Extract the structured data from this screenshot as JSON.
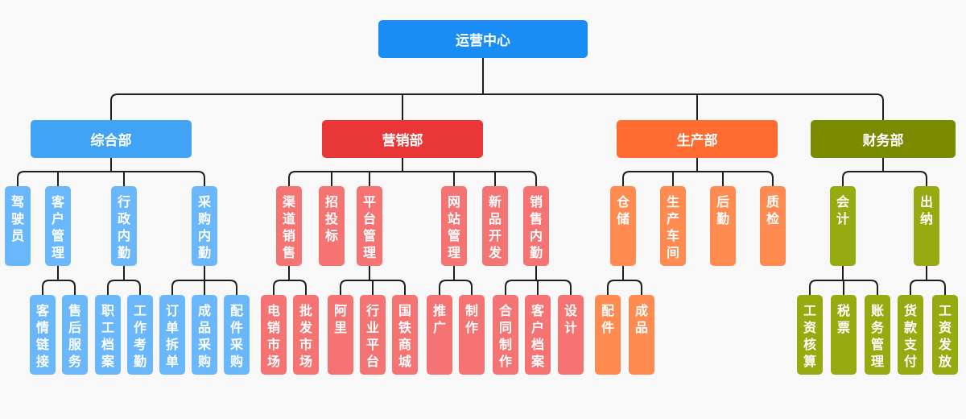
{
  "root": {
    "label": "运营中心",
    "color": "#1a8df5"
  },
  "departments": [
    {
      "label": "综合部",
      "color": "#40a3f6",
      "sub_color": "#6ab8fb",
      "children": [
        {
          "label": "驾驶员"
        },
        {
          "label": "客户管理",
          "children": [
            {
              "label": "客情链接"
            },
            {
              "label": "售后服务"
            }
          ]
        },
        {
          "label": "行政内勤",
          "children": [
            {
              "label": "职工档案"
            },
            {
              "label": "工作考勤"
            }
          ]
        },
        {
          "label": "采购内勤",
          "children": [
            {
              "label": "订单拆单"
            },
            {
              "label": "成品采购"
            },
            {
              "label": "配件采购"
            }
          ]
        }
      ]
    },
    {
      "label": "营销部",
      "color": "#e93737",
      "sub_color": "#f57373",
      "children": [
        {
          "label": "渠道销售",
          "children": [
            {
              "label": "电销市场"
            },
            {
              "label": "批发市场"
            }
          ]
        },
        {
          "label": "招投标"
        },
        {
          "label": "平台管理",
          "children": [
            {
              "label": "阿里"
            },
            {
              "label": "行业平台"
            },
            {
              "label": "国铁商城"
            }
          ]
        },
        {
          "label": "网站管理",
          "children": [
            {
              "label": "推广"
            },
            {
              "label": "制作"
            }
          ]
        },
        {
          "label": "新品开发"
        },
        {
          "label": "销售内勤",
          "children": [
            {
              "label": "合同制作"
            },
            {
              "label": "客户档案"
            },
            {
              "label": "设计"
            }
          ]
        }
      ]
    },
    {
      "label": "生产部",
      "color": "#ff6b30",
      "sub_color": "#ff8b51",
      "children": [
        {
          "label": "仓储",
          "children": [
            {
              "label": "配件"
            },
            {
              "label": "成品"
            }
          ]
        },
        {
          "label": "生产车间"
        },
        {
          "label": "后勤"
        },
        {
          "label": "质检"
        }
      ]
    },
    {
      "label": "财务部",
      "color": "#7a8b00",
      "sub_color": "#96ab10",
      "children": [
        {
          "label": "会计",
          "children": [
            {
              "label": "工资核算"
            },
            {
              "label": "税票"
            },
            {
              "label": "账务管理"
            }
          ]
        },
        {
          "label": "出纳",
          "children": [
            {
              "label": "货款支付"
            },
            {
              "label": "工资发放"
            }
          ]
        }
      ]
    }
  ],
  "connector_color": "#1e1e1e"
}
